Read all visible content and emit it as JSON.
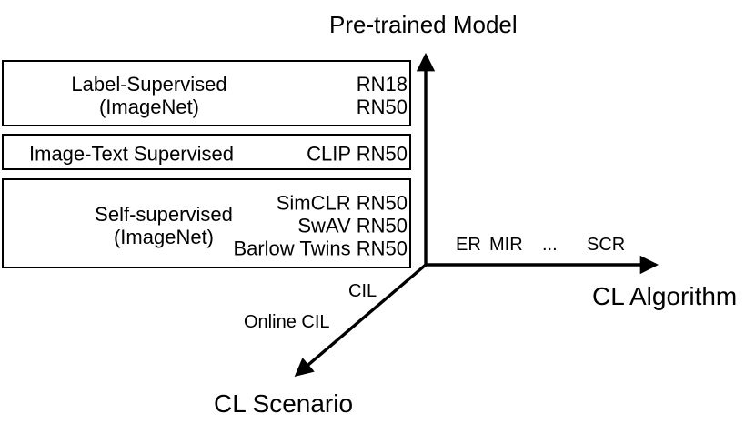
{
  "axes": {
    "y": {
      "label": "Pre-trained Model"
    },
    "x": {
      "label": "CL Algorithm",
      "ticks": [
        "ER",
        "MIR",
        "...",
        "SCR"
      ]
    },
    "z": {
      "label": "CL Scenario",
      "ticks": [
        "CIL",
        "Online CIL"
      ]
    }
  },
  "boxes": [
    {
      "category": "Label-Supervised",
      "dataset": "(ImageNet)",
      "models": [
        "RN18",
        "RN50"
      ]
    },
    {
      "category": "Image-Text Supervised",
      "models": [
        "CLIP RN50"
      ]
    },
    {
      "category": "Self-supervised",
      "dataset": "(ImageNet)",
      "models": [
        "SimCLR RN50",
        "SwAV RN50",
        "Barlow Twins RN50"
      ]
    }
  ],
  "colors": {
    "ink": "#000000",
    "background": "#ffffff"
  }
}
